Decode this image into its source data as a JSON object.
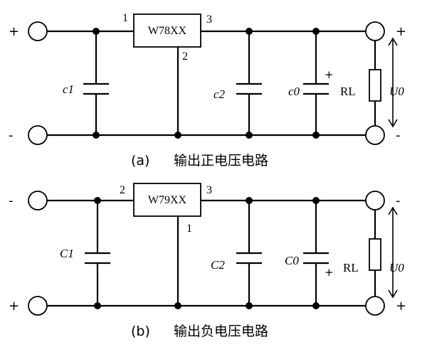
{
  "circuit_a": {
    "caption_label": "(a)",
    "caption_text": "输出正电压电路",
    "regulator": "W78XX",
    "pin_in": "1",
    "pin_gnd": "2",
    "pin_out": "3",
    "cap_in": "c1",
    "cap_mid": "c2",
    "cap_out": "c0",
    "cap_out_polarity": "+",
    "load": "RL",
    "output": "U0",
    "left_top_sign": "+",
    "left_bottom_sign": "-",
    "right_top_sign": "+",
    "right_bottom_sign": "-"
  },
  "circuit_b": {
    "caption_label": "(b)",
    "caption_text": "输出负电压电路",
    "regulator": "W79XX",
    "pin_in": "2",
    "pin_gnd": "1",
    "pin_out": "3",
    "cap_in": "C1",
    "cap_mid": "C2",
    "cap_out": "C0",
    "cap_out_polarity": "+",
    "load": "RL",
    "output": "U0",
    "left_top_sign": "-",
    "left_bottom_sign": "+",
    "right_top_sign": "-",
    "right_bottom_sign": "+"
  }
}
